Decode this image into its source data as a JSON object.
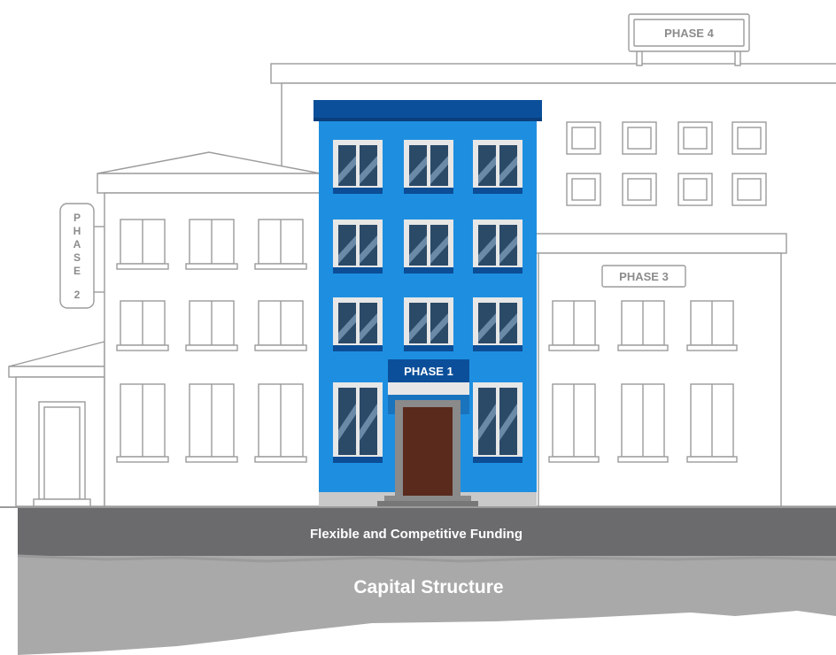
{
  "labels": {
    "phase1": "PHASE 1",
    "phase2_letters": [
      "P",
      "H",
      "A",
      "S",
      "E",
      "2"
    ],
    "phase3": "PHASE 3",
    "phase4": "PHASE 4",
    "funding_band": "Flexible and Competitive Funding",
    "foundation": "Capital Structure"
  },
  "colors": {
    "outline": "#9b9b9b",
    "phase1_body": "#1e8fe0",
    "phase1_roof": "#0b4f9a",
    "phase1_window_glass": "#2b4a68",
    "phase1_window_frame": "#e7e7e7",
    "phase1_window_sill": "#0c4d96",
    "phase1_door": "#5a2a1c",
    "phase1_door_frame": "#8a8a8a",
    "funding_band": "#6b6b6d",
    "foundation": "#a9a9aa",
    "text_light": "#ffffff",
    "sign_text": "#8c8c8c"
  }
}
